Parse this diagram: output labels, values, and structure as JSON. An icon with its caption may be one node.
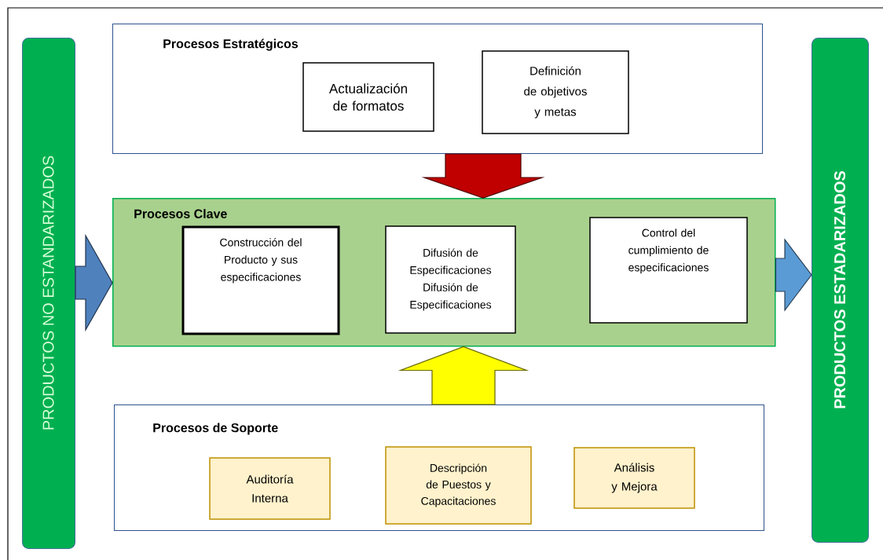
{
  "diagram": {
    "nodes": [
      {
        "text": [
          "Procesos Estratégicos"
        ]
      },
      {
        "text": [
          "Actualización de formatos"
        ],
        "in": 0
      },
      {
        "text": [
          "Definición de objetivos y metas"
        ],
        "in": 0
      },
      {
        "text": [
          "Procesos Clave"
        ]
      },
      {
        "text": [
          "Construcción del Producto y sus especificaciones"
        ],
        "in": 3
      },
      {
        "text": [
          "Difusión de Especificaciones Difusión de Especificaciones"
        ],
        "in": 3
      },
      {
        "text": [
          "Control del cumplimiento de especificaciones"
        ],
        "in": 3
      },
      {
        "text": [
          "Procesos de Soporte"
        ]
      },
      {
        "text": [
          "Auditoría Interna"
        ],
        "in": 7
      },
      {
        "text": [
          "Descripción de Puestos y Capacitaciones"
        ],
        "in": 7
      },
      {
        "text": [
          "Análisis y Mejora"
        ],
        "in": 7
      },
      {
        "text": [
          "PRODUCTOS NO ESTANDARIZADOS"
        ]
      },
      {
        "text": [
          "PRODUCTOS ESTADARIZADOS"
        ]
      }
    ],
    "edges": [
      {
        "from": 0,
        "to": 3,
        "arrow": "to",
        "style": "thick",
        "color": "#c00000"
      },
      {
        "from": 7,
        "to": 3,
        "arrow": "to",
        "style": "thick",
        "color": "#ffff00"
      },
      {
        "from": 11,
        "to": 3,
        "arrow": "to",
        "style": "thick",
        "color": "#4f81bd"
      },
      {
        "from": 3,
        "to": 12,
        "arrow": "to",
        "style": "thick",
        "color": "#5b9bd5"
      }
    ]
  }
}
